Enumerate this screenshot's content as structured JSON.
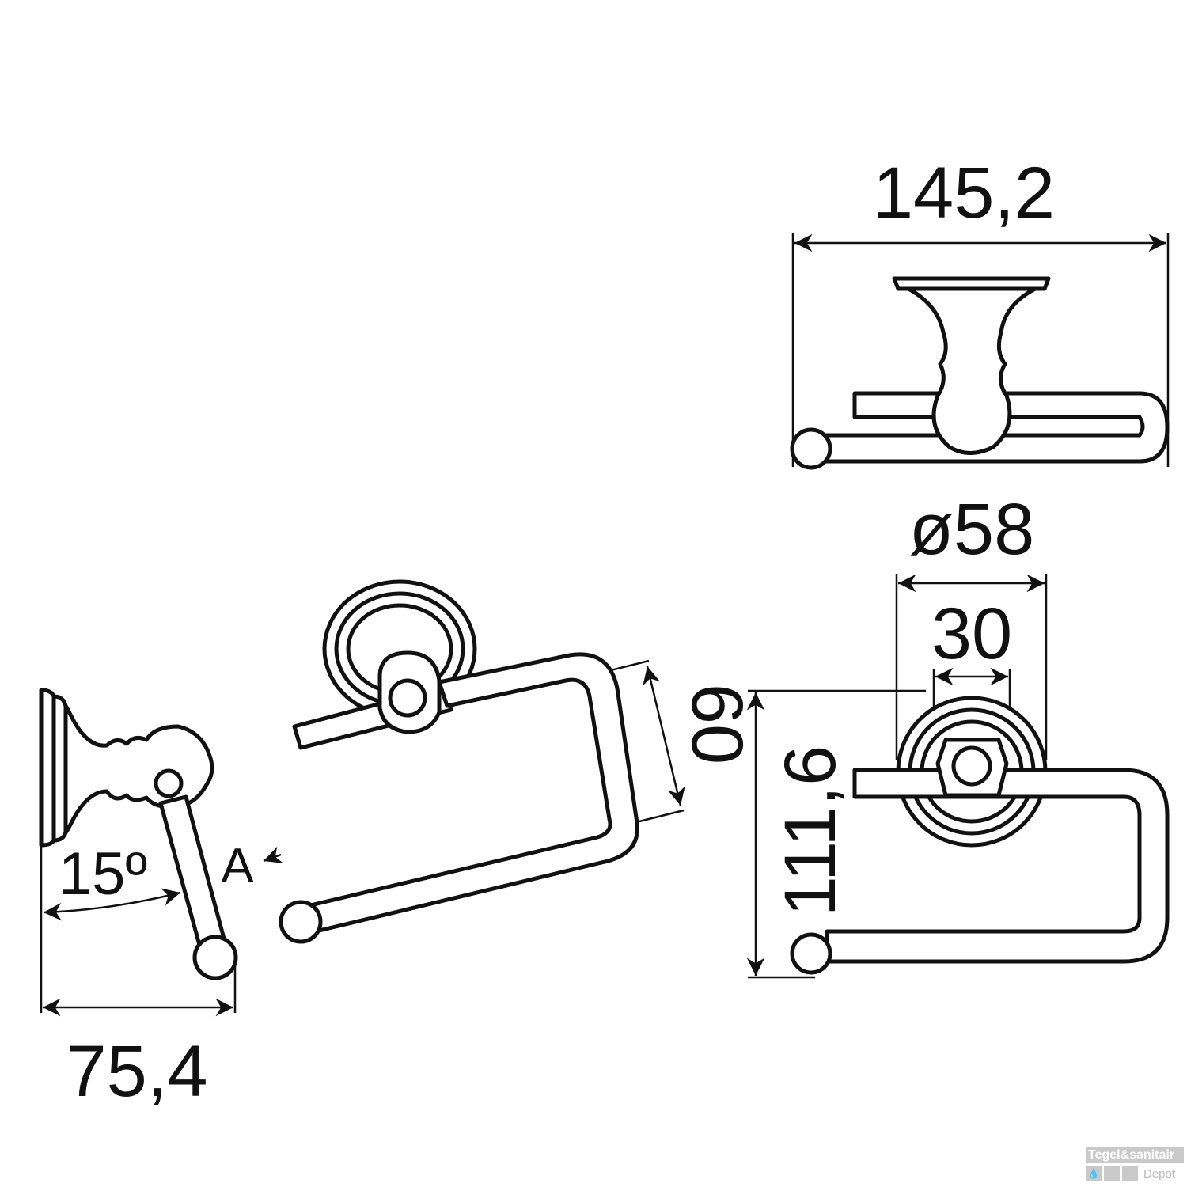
{
  "dimensions": {
    "top_width": "145,2",
    "rosette_diameter": "ø58",
    "knob_width": "30",
    "roll_depth": "60",
    "height": "111,6",
    "angle": "15º",
    "view_marker": "A",
    "side_depth": "75,4"
  },
  "watermark": {
    "brand": "Tegel&sanitair",
    "sub": "Depot"
  },
  "colors": {
    "line": "#111111",
    "background": "#ffffff",
    "watermark": "#c9c9c9"
  }
}
